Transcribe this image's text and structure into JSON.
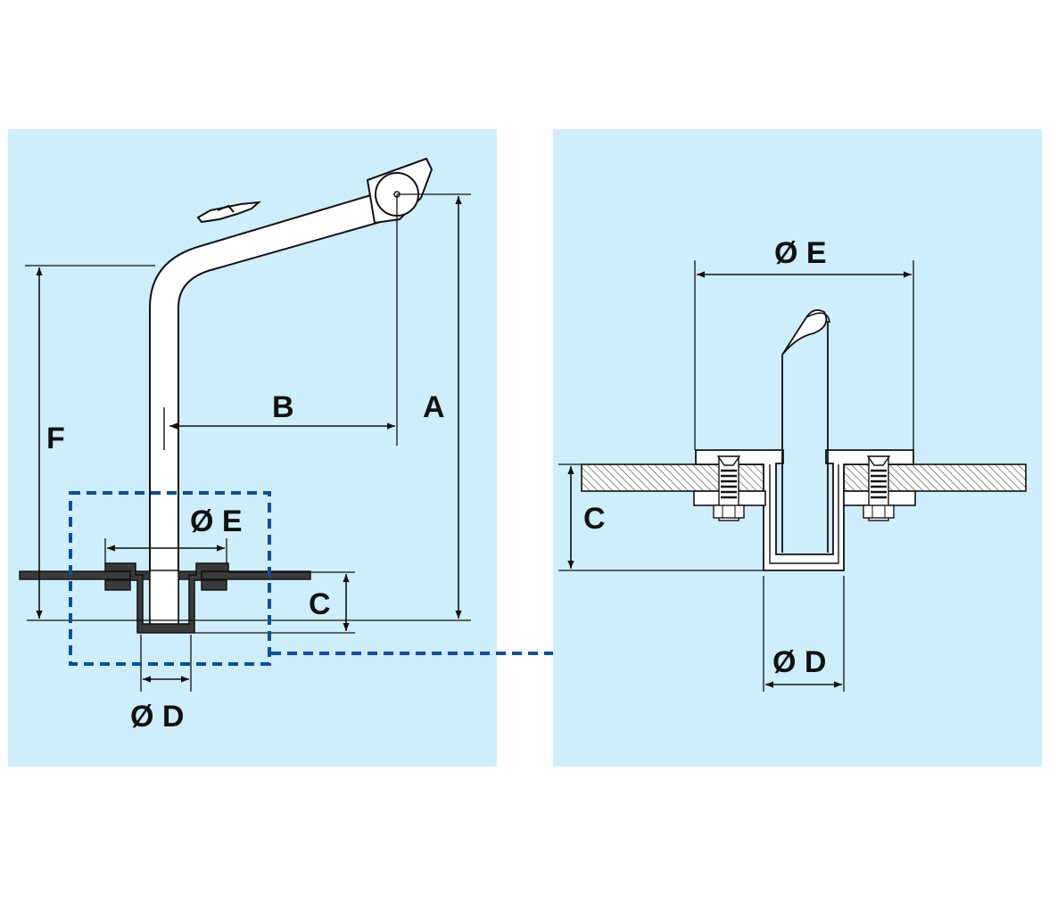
{
  "colors": {
    "panel_bg": "#cdeefa",
    "page_bg": "#ffffff",
    "line": "#111111",
    "tube_fill": "#ffffff",
    "section_fill": "#3a3a3a",
    "detail_frame": "#0a4fa0"
  },
  "left_panel": {
    "labels": {
      "a": "A",
      "b": "B",
      "c": "C",
      "f": "F",
      "e": "Ø E",
      "d": "Ø D"
    }
  },
  "right_panel": {
    "labels": {
      "e": "Ø E",
      "c": "C",
      "d": "Ø D"
    }
  }
}
